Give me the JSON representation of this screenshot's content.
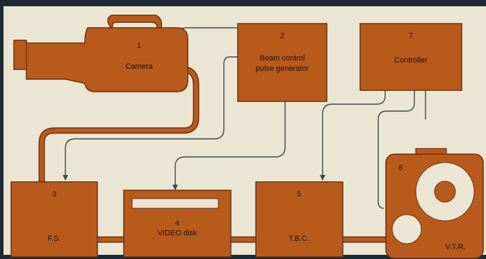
{
  "blocks": {
    "camera": {
      "number": "1",
      "label": "Camera"
    },
    "beam": {
      "number": "2",
      "label_line1": "Beam control",
      "label_line2": "pulse generator"
    },
    "fs": {
      "number": "3",
      "label": "F.S."
    },
    "video_disk": {
      "number": "4",
      "label": "VIDEO disk"
    },
    "tbc": {
      "number": "5",
      "label": "T.B.C."
    },
    "vtr": {
      "number": "6",
      "label": "V.T.R."
    },
    "controller": {
      "number": "7",
      "label": "Controller"
    }
  },
  "colors": {
    "block_fill": "#b85a1c",
    "block_edge": "#6a2f0c",
    "background": "#ebe5d4",
    "signal_line": "#3a4650",
    "frame": "#1c2a33"
  }
}
